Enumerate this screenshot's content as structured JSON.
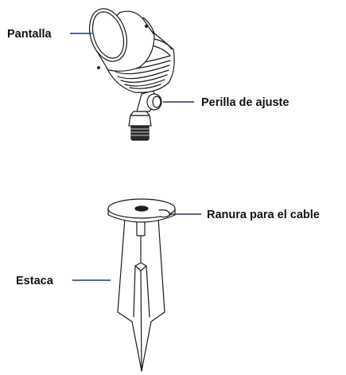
{
  "labels": {
    "shade": "Pantalla",
    "adjust_knob": "Perilla de ajuste",
    "cable_slot": "Ranura para el cable",
    "stake": "Estaca"
  }
}
